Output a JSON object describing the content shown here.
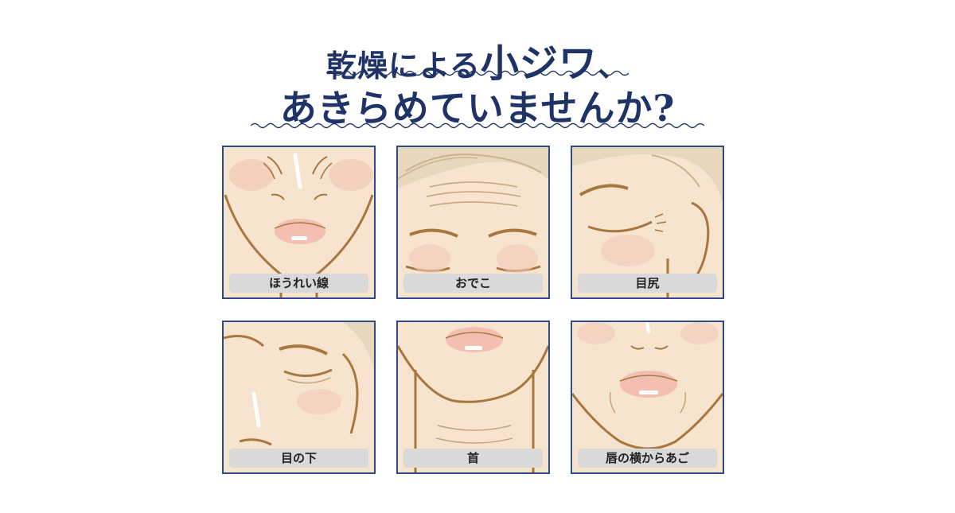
{
  "headline": {
    "line1_part1": "乾燥による",
    "line1_big": "小ジワ",
    "line1_part2": "、",
    "line2": "あきらめていませんか?"
  },
  "panels": [
    {
      "label": "ほうれい線"
    },
    {
      "label": "おでこ"
    },
    {
      "label": "目尻"
    },
    {
      "label": "目の下"
    },
    {
      "label": "首"
    },
    {
      "label": "唇の横からあご"
    }
  ],
  "colors": {
    "title": "#1f3366",
    "frame": "#2d4a8a",
    "skin": "#f6e4cf",
    "outline": "#a8773f",
    "label_bg": "#d9d9d9"
  }
}
